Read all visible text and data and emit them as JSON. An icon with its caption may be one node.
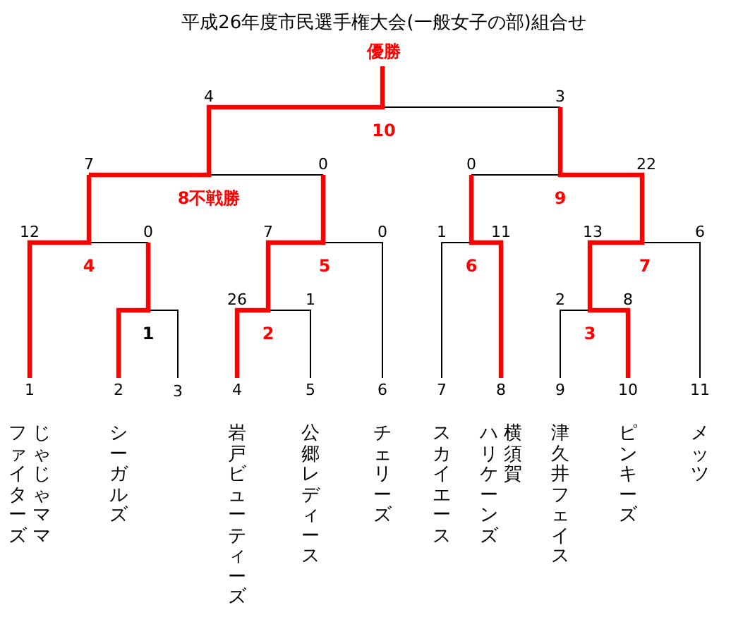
{
  "diagram": {
    "title": "平成26年度市民選手権大会(一般女子の部)組合せ",
    "nodes": [
      {
        "text": [
          "じゃじゃママファイターズ"
        ],
        "beside": [
          "1"
        ]
      },
      {
        "text": [
          "シーガルズ"
        ],
        "beside": [
          "2"
        ]
      },
      {
        "text": [
          "岩戸ビューティーズ"
        ],
        "beside": [
          "4"
        ]
      },
      {
        "text": [
          "公郷レディース"
        ],
        "beside": [
          "5"
        ]
      },
      {
        "text": [
          "チェリーズ"
        ],
        "beside": [
          "6"
        ]
      },
      {
        "text": [
          "スカイエース"
        ],
        "beside": [
          "7"
        ]
      },
      {
        "text": [
          "横須賀ハリケーンズ"
        ],
        "beside": [
          "8"
        ]
      },
      {
        "text": [
          "津久井フェイス"
        ],
        "beside": [
          "9"
        ]
      },
      {
        "text": [
          "ピンキーズ"
        ],
        "beside": [
          "10"
        ]
      },
      {
        "text": [
          "メッツ"
        ],
        "beside": [
          "11"
        ]
      }
    ],
    "labels": [
      "優勝",
      "4",
      "3",
      "10",
      "7",
      "0",
      "0",
      "22",
      "8不戦勝",
      "9",
      "12",
      "0",
      "7",
      "0",
      "1",
      "11",
      "13",
      "6",
      "4",
      "5",
      "6",
      "7",
      "26",
      "1",
      "2",
      "8",
      "1",
      "2",
      "3",
      "3"
    ]
  }
}
